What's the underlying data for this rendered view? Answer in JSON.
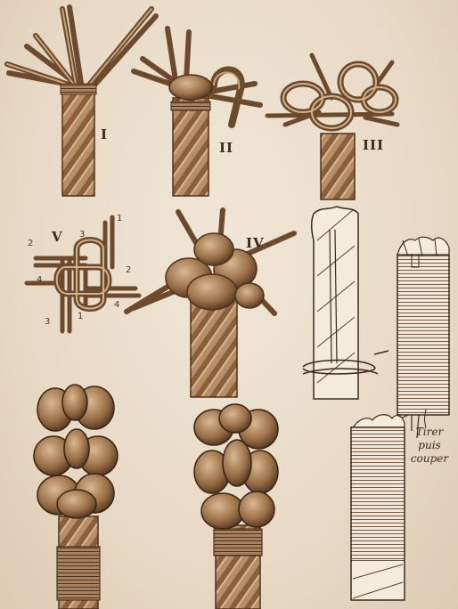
{
  "figure_labels": {
    "step_1": "I",
    "step_2": "II",
    "step_3": "III",
    "step_4": "IV",
    "step_5": "V"
  },
  "strand_numbers": [
    "1",
    "2",
    "3",
    "4",
    "1",
    "2",
    "3",
    "4"
  ],
  "whipping_note": [
    "Tirer",
    "puis",
    "couper"
  ],
  "colors": {
    "paper": "#ebdecb",
    "rope_light": "#c9a27c",
    "rope_mid": "#9b7048",
    "rope_dark": "#5a3a22",
    "ink": "#3a2a1a"
  }
}
